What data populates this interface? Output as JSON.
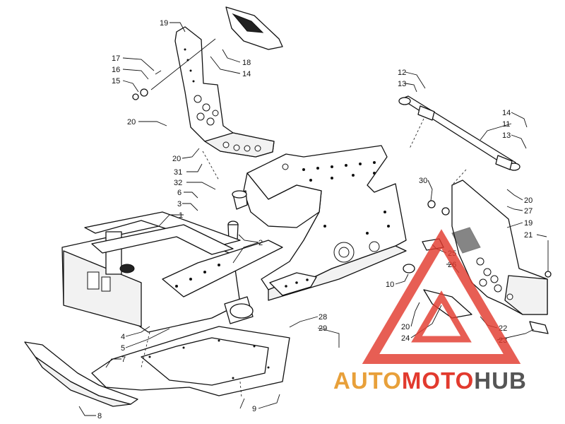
{
  "diagram": {
    "callouts": [
      {
        "id": "c19a",
        "text": "19"
      },
      {
        "id": "c18",
        "text": "18"
      },
      {
        "id": "c14a",
        "text": "14"
      },
      {
        "id": "c17",
        "text": "17"
      },
      {
        "id": "c16",
        "text": "16"
      },
      {
        "id": "c15",
        "text": "15"
      },
      {
        "id": "c20a",
        "text": "20"
      },
      {
        "id": "c20b",
        "text": "20"
      },
      {
        "id": "c31",
        "text": "31"
      },
      {
        "id": "c32",
        "text": "32"
      },
      {
        "id": "c6",
        "text": "6"
      },
      {
        "id": "c3",
        "text": "3"
      },
      {
        "id": "c1",
        "text": "1"
      },
      {
        "id": "c2",
        "text": "2"
      },
      {
        "id": "c4",
        "text": "4"
      },
      {
        "id": "c5",
        "text": "5"
      },
      {
        "id": "c7",
        "text": "7"
      },
      {
        "id": "c8",
        "text": "8"
      },
      {
        "id": "c9",
        "text": "9"
      },
      {
        "id": "c28",
        "text": "28"
      },
      {
        "id": "c29",
        "text": "29"
      },
      {
        "id": "c10",
        "text": "10"
      },
      {
        "id": "c12",
        "text": "12"
      },
      {
        "id": "c13a",
        "text": "13"
      },
      {
        "id": "c14b",
        "text": "14"
      },
      {
        "id": "c11",
        "text": "11"
      },
      {
        "id": "c13b",
        "text": "13"
      },
      {
        "id": "c30",
        "text": "30"
      },
      {
        "id": "c20c",
        "text": "20"
      },
      {
        "id": "c27",
        "text": "27"
      },
      {
        "id": "c19b",
        "text": "19"
      },
      {
        "id": "c21",
        "text": "21"
      },
      {
        "id": "c25",
        "text": "25"
      },
      {
        "id": "c26",
        "text": "26"
      },
      {
        "id": "c20d",
        "text": "20"
      },
      {
        "id": "c24",
        "text": "24"
      },
      {
        "id": "c22",
        "text": "22"
      },
      {
        "id": "c23",
        "text": "23"
      }
    ]
  },
  "watermark": {
    "brand_part1": "AUTO",
    "brand_part2": "MOTO",
    "brand_part3": "HUB",
    "colors": {
      "part1": "#e8a03a",
      "part2": "#e23a2e",
      "part3": "#555555",
      "triangle": "#e23a2e"
    }
  }
}
